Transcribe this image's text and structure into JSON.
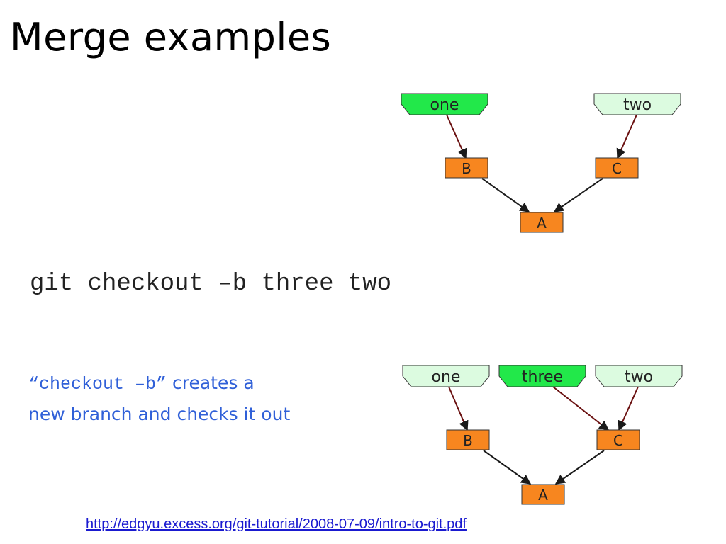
{
  "slide": {
    "title": "Merge examples",
    "command": "git checkout –b three two",
    "note_code": "“checkout –b”",
    "note_text_1": " creates a",
    "note_text_2": "new branch and checks it out",
    "link": "http://edgyu.excess.org/git-tutorial/2008-07-09/intro-to-git.pdf"
  },
  "colors": {
    "branch_current": "#22e84a",
    "branch_other": "#dcfbe0",
    "commit": "#f7861f",
    "edge_ref": "#6a1010",
    "edge_parent": "#1a1a1a",
    "note": "#3060d8",
    "link": "#1a1ad0"
  },
  "diagram_before": {
    "branches": [
      {
        "label": "one",
        "current": true
      },
      {
        "label": "two",
        "current": false
      }
    ],
    "commits": [
      "B",
      "C",
      "A"
    ]
  },
  "diagram_after": {
    "branches": [
      {
        "label": "one",
        "current": false
      },
      {
        "label": "three",
        "current": true
      },
      {
        "label": "two",
        "current": false
      }
    ],
    "commits": [
      "B",
      "C",
      "A"
    ]
  }
}
